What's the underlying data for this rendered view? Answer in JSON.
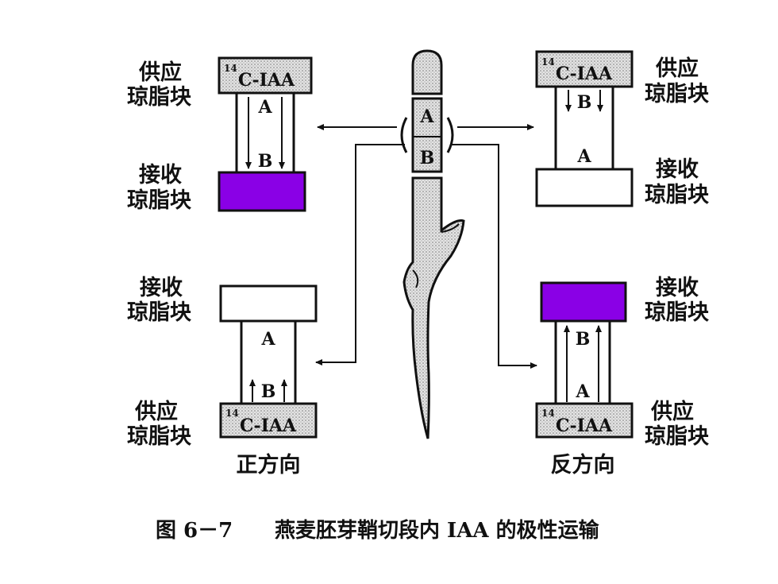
{
  "colors": {
    "stain": "#8a00e6",
    "ink": "#111111",
    "stipple": "#cfcfcf"
  },
  "labels": {
    "supply_l1": "供应",
    "supply_l2": "琼脂块",
    "receive_l1": "接收",
    "receive_l2": "琼脂块",
    "seg_a": "A",
    "seg_b": "B",
    "iaa_sup": "14",
    "iaa_text": "C-IAA",
    "forward": "正方向",
    "reverse": "反方向"
  },
  "caption": {
    "fig": "图 6－7",
    "text": "燕麦胚芽鞘切段内 IAA 的极性运输"
  }
}
